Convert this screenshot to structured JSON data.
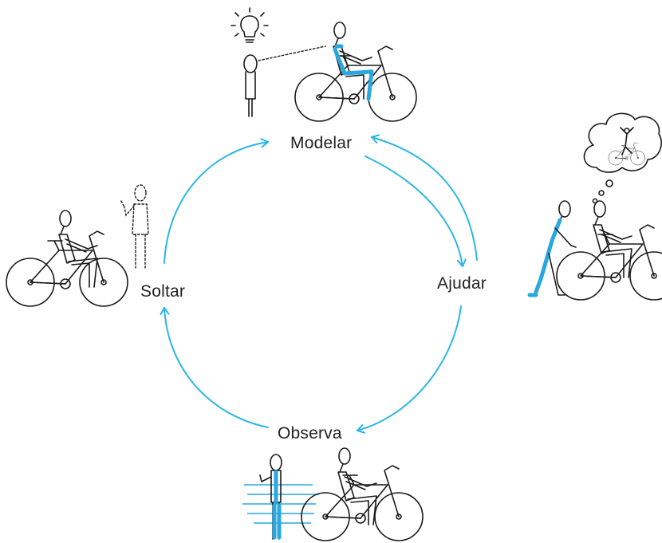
{
  "colors": {
    "cycle": "#29b6e6",
    "highlight": "#29a7df",
    "ink": "#1a1a1a",
    "background": "#ffffff"
  },
  "stages": {
    "modelar": "Modelar",
    "ajudar": "Ajudar",
    "observa": "Observa",
    "soltar": "Soltar"
  },
  "icons": [
    "lightbulb-icon",
    "thought-bubble-icon",
    "bicycle-icon",
    "person-icon"
  ]
}
